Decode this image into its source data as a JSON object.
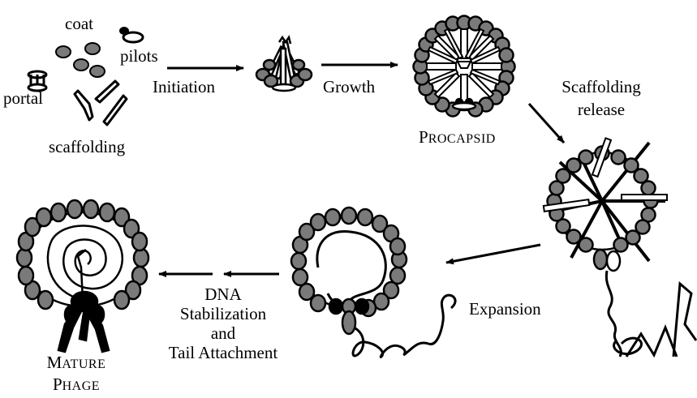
{
  "labels": {
    "coat": "coat",
    "pilots": "pilots",
    "portal": "portal",
    "scaffolding": "scaffolding",
    "initiation": "Initiation",
    "growth": "Growth",
    "procapsid_first": "P",
    "procapsid_rest": "ROCAPSID",
    "scaffolding_release_line1": "Scaffolding",
    "scaffolding_release_line2": "release",
    "expansion": "Expansion",
    "dna_line1": "DNA",
    "dna_line2": "Stabilization",
    "dna_line3": "and",
    "dna_line4": "Tail Attachment",
    "mature_first": "M",
    "mature_rest": "ATURE",
    "phage_first": "P",
    "phage_rest": "HAGE"
  },
  "colors": {
    "subunit_fill": "#7a7a7a",
    "stroke": "#000000",
    "background": "#ffffff"
  }
}
